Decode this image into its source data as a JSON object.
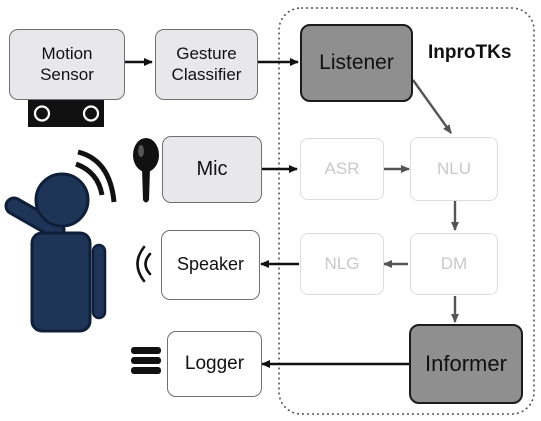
{
  "group": {
    "title": "InproTKs"
  },
  "nodes": {
    "motion_sensor": "Motion Sensor",
    "gesture_classifier": "Gesture Classifier",
    "listener": "Listener",
    "mic": "Mic",
    "asr": "ASR",
    "nlu": "NLU",
    "nlg": "NLG",
    "dm": "DM",
    "speaker": "Speaker",
    "logger": "Logger",
    "informer": "Informer"
  },
  "colors": {
    "person": "#1f3558",
    "arrow": "#111111",
    "arrow_internal": "#555555",
    "dark_box": "#8f8f8f",
    "light_box": "#e8e8ea",
    "faded_border": "#dcdcdc"
  },
  "icons": [
    "motion-sensor-icon",
    "microphone-icon",
    "speaker-sound-icon",
    "database-icon",
    "person-icon"
  ]
}
